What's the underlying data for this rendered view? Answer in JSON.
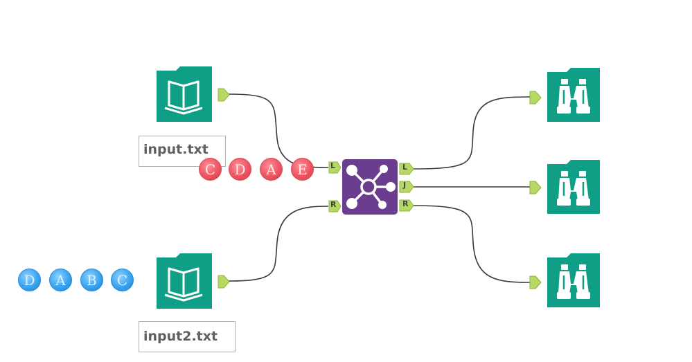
{
  "inputs": [
    {
      "filename": "input.txt",
      "icon": "book-icon"
    },
    {
      "filename": "input2.txt",
      "icon": "book-icon"
    }
  ],
  "join_tool": {
    "icon": "join-hub-icon",
    "input_anchors": [
      "L",
      "R"
    ],
    "output_anchors": [
      "L",
      "J",
      "R"
    ]
  },
  "outputs": [
    {
      "icon": "binoculars-icon"
    },
    {
      "icon": "binoculars-icon"
    },
    {
      "icon": "binoculars-icon"
    }
  ],
  "records_left": [
    "C",
    "D",
    "A",
    "E"
  ],
  "records_right": [
    "D",
    "A",
    "B",
    "C"
  ],
  "colors": {
    "tool_teal": "#0f9e86",
    "join_purple": "#6a3d8f",
    "anchor_green": "#b5d963",
    "wire": "#3a3a3a",
    "record_red": "#ec5562",
    "record_blue": "#3aa3f0",
    "label_text": "#606060"
  }
}
